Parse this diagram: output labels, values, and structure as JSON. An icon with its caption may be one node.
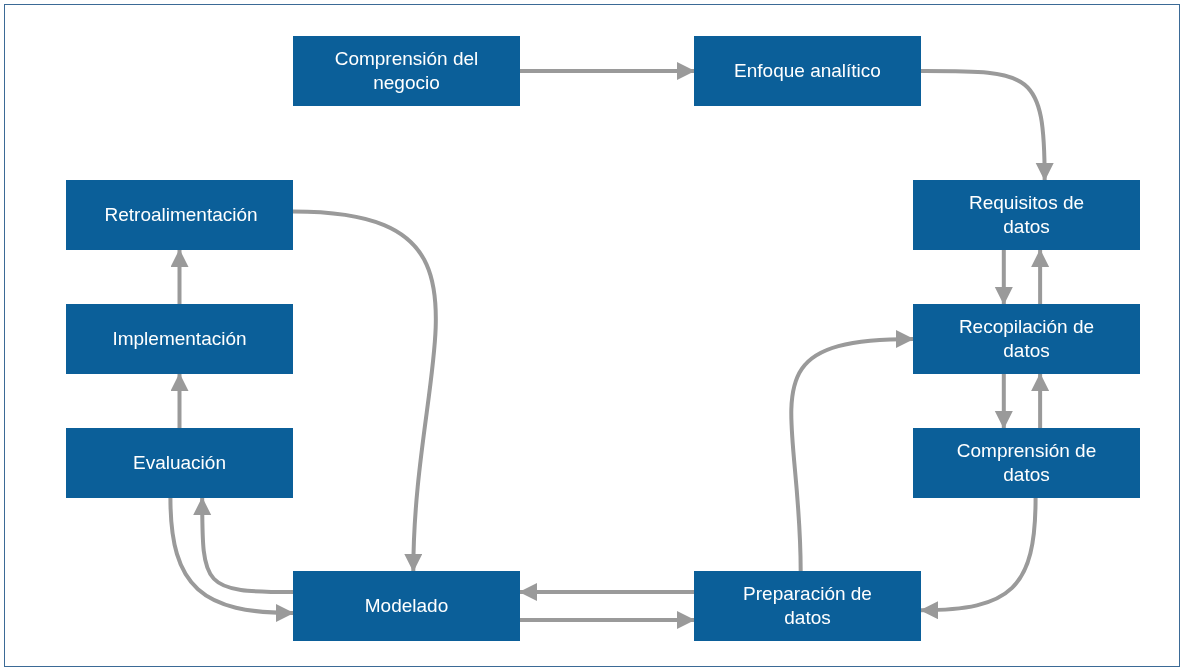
{
  "diagram": {
    "nodes": [
      {
        "text": [
          "Comprensión del negocio"
        ]
      },
      {
        "text": [
          "Enfoque analítico"
        ]
      },
      {
        "text": [
          "Requisitos de datos"
        ]
      },
      {
        "text": [
          "Recopilación de datos"
        ]
      },
      {
        "text": [
          "Comprensión de datos"
        ]
      },
      {
        "text": [
          "Preparación de datos"
        ]
      },
      {
        "text": [
          "Modelado"
        ]
      },
      {
        "text": [
          "Evaluación"
        ]
      },
      {
        "text": [
          "Implementación"
        ]
      },
      {
        "text": [
          "Retroalimentación"
        ]
      }
    ],
    "edges": [
      {
        "from": 0,
        "to": 1,
        "arrow": "to"
      },
      {
        "from": 1,
        "to": 2,
        "arrow": "to"
      },
      {
        "from": 2,
        "to": 3,
        "arrow": "to"
      },
      {
        "from": 3,
        "to": 2,
        "arrow": "to"
      },
      {
        "from": 3,
        "to": 4,
        "arrow": "to"
      },
      {
        "from": 4,
        "to": 3,
        "arrow": "to"
      },
      {
        "from": 4,
        "to": 5,
        "arrow": "to"
      },
      {
        "from": 5,
        "to": 6,
        "arrow": "to"
      },
      {
        "from": 6,
        "to": 5,
        "arrow": "to"
      },
      {
        "from": 5,
        "to": 3,
        "arrow": "to"
      },
      {
        "from": 6,
        "to": 7,
        "arrow": "to"
      },
      {
        "from": 7,
        "to": 6,
        "arrow": "to"
      },
      {
        "from": 7,
        "to": 8,
        "arrow": "to"
      },
      {
        "from": 8,
        "to": 9,
        "arrow": "to"
      },
      {
        "from": 9,
        "to": 6,
        "arrow": "to"
      }
    ]
  }
}
